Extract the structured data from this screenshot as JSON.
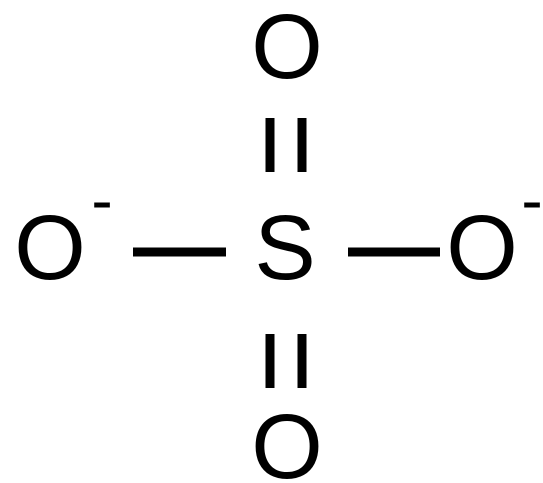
{
  "molecule": {
    "atoms": {
      "top_oxygen": "O",
      "bottom_oxygen": "O",
      "left_oxygen": "O",
      "right_oxygen": "O",
      "center_sulfur": "S"
    },
    "charges": {
      "left_oxygen": "-",
      "right_oxygen": "-"
    },
    "bonds": [
      {
        "from": "center_sulfur",
        "to": "top_oxygen",
        "order": 2
      },
      {
        "from": "center_sulfur",
        "to": "bottom_oxygen",
        "order": 2
      },
      {
        "from": "center_sulfur",
        "to": "left_oxygen",
        "order": 1
      },
      {
        "from": "center_sulfur",
        "to": "right_oxygen",
        "order": 1
      }
    ]
  }
}
